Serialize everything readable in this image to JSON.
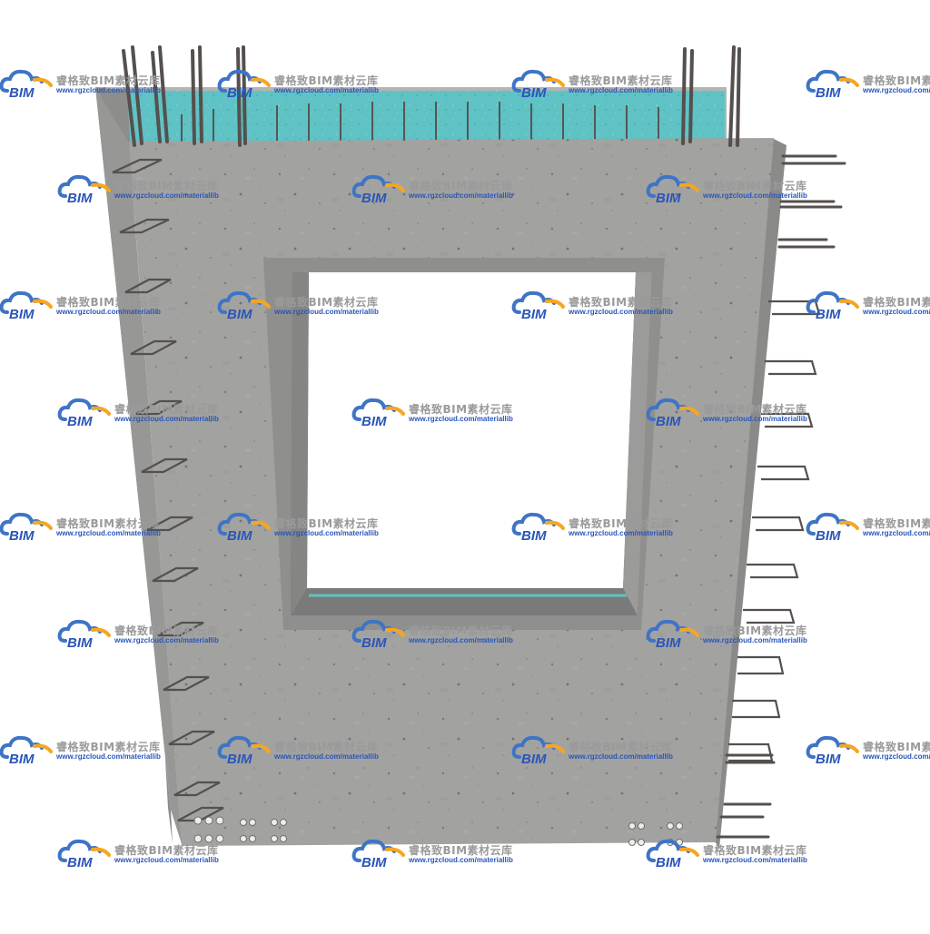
{
  "image": {
    "subject": "Precast concrete sandwich wall panel with window opening and protruding rebar",
    "colors": {
      "concrete": "#a9a9a8",
      "concrete_dark": "#8c8c8b",
      "insulation": "#5fc2c4",
      "rebar": "#595250",
      "frame": "#8e8e8d",
      "background": "#ffffff"
    }
  },
  "watermark": {
    "logo_text": "BIM",
    "title": "睿格致BIM素材云库",
    "url": "www.rgzcloud.com/materiallib",
    "logo_colors": {
      "cloud": "#3e74c6",
      "swoosh": "#f5a623",
      "text": "#2a56b8"
    }
  }
}
